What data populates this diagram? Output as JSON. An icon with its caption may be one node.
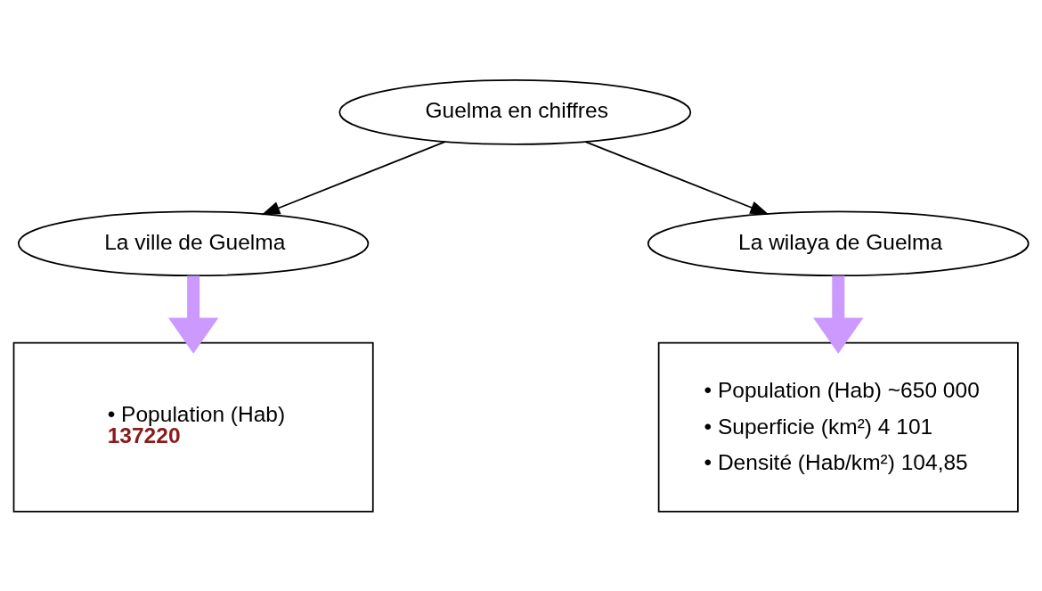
{
  "diagram": {
    "nodes": [
      {
        "text": [
          "Guelma en chiffres"
        ]
      },
      {
        "text": [
          "La ville de Guelma"
        ]
      },
      {
        "text": [
          "La wilaya de Guelma"
        ]
      },
      {
        "text": [
          "• Population (Hab) **137220**"
        ]
      },
      {
        "text": [
          "• Population (Hab) ~650 000",
          "• Superficie (km²) 4 101",
          "• Densité (Hab/km²) 104,85"
        ]
      }
    ],
    "edges": [
      {
        "from": 0,
        "to": 1,
        "arrow": "to"
      },
      {
        "from": 0,
        "to": 2,
        "arrow": "to"
      },
      {
        "from": 1,
        "to": 3,
        "arrow": "to",
        "style": "thick",
        "color": "#cc99ff"
      },
      {
        "from": 2,
        "to": 4,
        "arrow": "to",
        "style": "thick",
        "color": "#cc99ff"
      }
    ]
  }
}
